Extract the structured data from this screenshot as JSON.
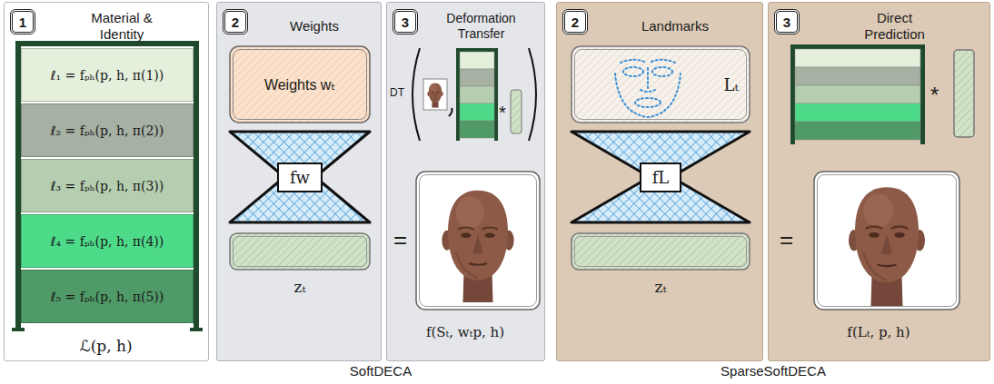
{
  "diagram": {
    "nodes": [
      {
        "text": [
          "Material & Identity",
          "ℒ(p, h)"
        ]
      },
      {
        "text": [
          "1"
        ],
        "in": 0
      },
      {
        "text": [
          "ℓ₁ = fₚₕ(p, h, π(1))"
        ],
        "in": 0
      },
      {
        "text": [
          "ℓ₂ = fₚₕ(p, h, π(2))"
        ],
        "in": 0
      },
      {
        "text": [
          "ℓ₃ = fₚₕ(p, h, π(3))"
        ],
        "in": 0
      },
      {
        "text": [
          "ℓ₄ = fₚₕ(p, h, π(4))"
        ],
        "in": 0
      },
      {
        "text": [
          "ℓ₅ = fₚₕ(p, h, π(5))"
        ],
        "in": 0
      },
      {
        "text": [
          "Weights"
        ]
      },
      {
        "text": [
          "2"
        ],
        "in": 7
      },
      {
        "text": [
          "Weights wₜ"
        ],
        "in": 7
      },
      {
        "text": [
          "fw"
        ],
        "in": 7
      },
      {
        "text": [
          "zₜ"
        ],
        "in": 7
      },
      {
        "text": [
          "Deformation Transfer",
          "f(Sₜ, wₜp, h)"
        ]
      },
      {
        "text": [
          "3"
        ],
        "in": 12
      },
      {
        "text": [
          "Landmarks"
        ]
      },
      {
        "text": [
          "2"
        ],
        "in": 14
      },
      {
        "text": [
          "Lₜ"
        ],
        "in": 14
      },
      {
        "text": [
          "fL"
        ],
        "in": 14
      },
      {
        "text": [
          "zₜ"
        ],
        "in": 14
      },
      {
        "text": [
          "Direct Prediction",
          "f(Lₜ, p, h)"
        ]
      },
      {
        "text": [
          "3"
        ],
        "in": 19
      }
    ],
    "labels": [
      "DT",
      "*",
      "=",
      "*",
      "=",
      "SoftDECA",
      "SparseSoftDECA"
    ]
  }
}
